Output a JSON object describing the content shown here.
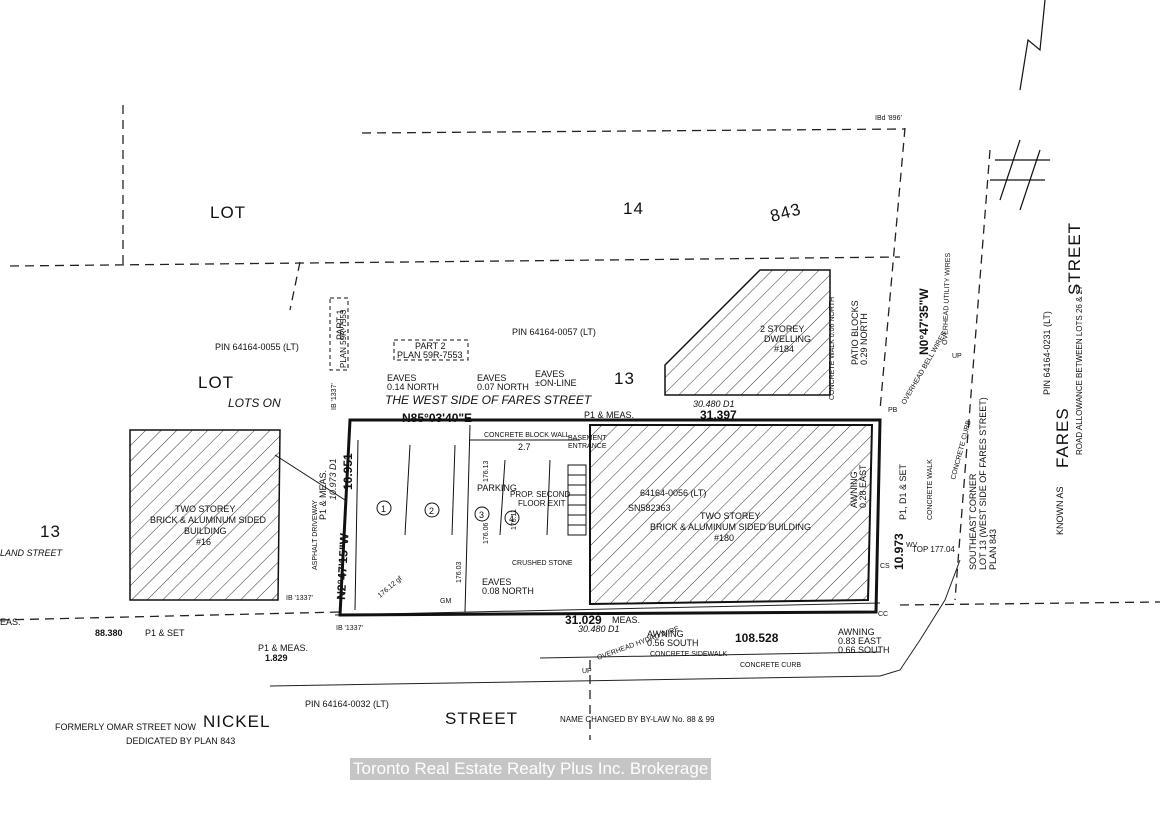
{
  "watermark": "Toronto Real Estate Realty Plus Inc. Brokerage",
  "lots": {
    "lot14_word": "LOT",
    "lot14_num": "14",
    "lot13_word": "LOT",
    "lot13_num": "13",
    "lots_on": "LOTS ON",
    "plan843": "843",
    "the_west_side": "THE     WEST     SIDE     OF     FARES     STREET",
    "left13": "13",
    "land_street": "LAND STREET"
  },
  "pins": {
    "p55": "PIN 64164-0055 (LT)",
    "p57": "PIN 64164-0057 (LT)",
    "p56": "64164-0056 (LT)",
    "sn": "SN582363",
    "p32": "PIN 64164-0032 (LT)",
    "p231": "PIN 64164-0231 (LT)"
  },
  "parts": {
    "part1a": "PART 1",
    "part1b": "PLAN 59R-7553",
    "part2a": "PART 2",
    "part2b": "PLAN 59R-7553"
  },
  "buildings": {
    "b184a": "2 STOREY",
    "b184b": "DWELLING",
    "b184c": "#184",
    "b16a": "TWO STOREY",
    "b16b": "BRICK & ALUMINUM SIDED",
    "b16c": "BUILDING",
    "b16d": "#16",
    "b180a": "TWO STOREY",
    "b180b": "BRICK & ALUMINUM SIDED BUILDING",
    "b180c": "#180"
  },
  "bearings": {
    "north": "N85°03'40\"E",
    "west": "N2°47'15\"W",
    "east": "N0°47'35\"W"
  },
  "distances": {
    "d31397": "31.397",
    "d30480top": "30.480  D1",
    "d10951": "10.951",
    "d10973l": "10.973  D1",
    "d10973r": "10.973",
    "d31029": "31.029",
    "meas": "MEAS.",
    "d30480bot": "30.480  D1",
    "d108528": "108.528",
    "d88380": "88.380",
    "p1set": "P1 & SET",
    "d1829": "1.829",
    "p1meas": "P1 & MEAS.",
    "p1meas2": "P1 & MEAS.",
    "p1meas3": "P1 & MEAS.",
    "p1d1set": "P1, D1 & SET",
    "d27": "2.7",
    "meas_left": "EAS."
  },
  "eaves": {
    "e1a": "EAVES",
    "e1b": "0.14 NORTH",
    "e2a": "EAVES",
    "e2b": "0.07 NORTH",
    "e3a": "EAVES",
    "e3b": "±ON-LINE",
    "e4a": "EAVES",
    "e4b": "0.08 NORTH",
    "awn1a": "AWNING",
    "awn1b": "0.56 SOUTH",
    "awn2a": "AWNING",
    "awn2b": "0.83 EAST",
    "awn2c": "0.66 SOUTH",
    "awn3a": "AWNING",
    "awn3b": "0.28 EAST",
    "patio_a": "PATIO BLOCKS",
    "patio_b": "0.29 NORTH"
  },
  "features": {
    "cbw": "CONCRETE BLOCK WALL",
    "basement_a": "BASEMENT",
    "basement_b": "ENTRANCE",
    "parking": "PARKING",
    "exit_a": "PROP. SECOND",
    "exit_b": "FLOOR EXIT",
    "crushed": "CRUSHED STONE",
    "asphalt": "ASPHALT DRIVEWAY",
    "conc_sidewalk": "CONCRETE SIDEWALK",
    "conc_curb": "CONCRETE CURB",
    "conc_walk_r": "CONCRETE WALK",
    "conc_curb_r": "CONCRETE CURB",
    "overhead_hydro": "OVERHEAD HYDRO WIRE",
    "overhead_util": "OVERHEAD UTILITY WIRES",
    "overhead_bell": "OVERHEAD BELL WIRES",
    "conc_walk_north": "CONCRETE WALK 0.06 NORTH",
    "top": "TOP 177.04",
    "ib1": "IB '1337'",
    "ib2": "IB '1337'",
    "ib3": "IB '1337'",
    "ib_top": "IBd '896'",
    "up1": "UP",
    "up2": "UP",
    "gm": "GM",
    "wv": "WV",
    "cs": "CS",
    "cc": "CC",
    "pb": "PB",
    "spot1": "176.13",
    "spot2": "176.11",
    "spot3": "176.06",
    "spot4": "176.03",
    "spot5": "176.12 gf"
  },
  "parking_numbers": [
    "1",
    "2",
    "3",
    "4"
  ],
  "streets": {
    "nickel_pre": "FORMERLY OMAR STREET NOW",
    "nickel": "NICKEL",
    "street": "STREET",
    "dedicated": "DEDICATED BY PLAN 843",
    "bylaw": "NAME CHANGED BY BY-LAW No. 88 & 99",
    "fares_street": "STREET",
    "fares": "FARES",
    "known_as": "KNOWN AS",
    "road_allowance": "ROAD ALLOWANCE BETWEEN LOTS 26 & 27"
  },
  "corner": {
    "c1": "SOUTHEAST CORNER",
    "c2": "LOT 13 (WEST SIDE OF FARES STREET)",
    "c3": "PLAN 843"
  }
}
